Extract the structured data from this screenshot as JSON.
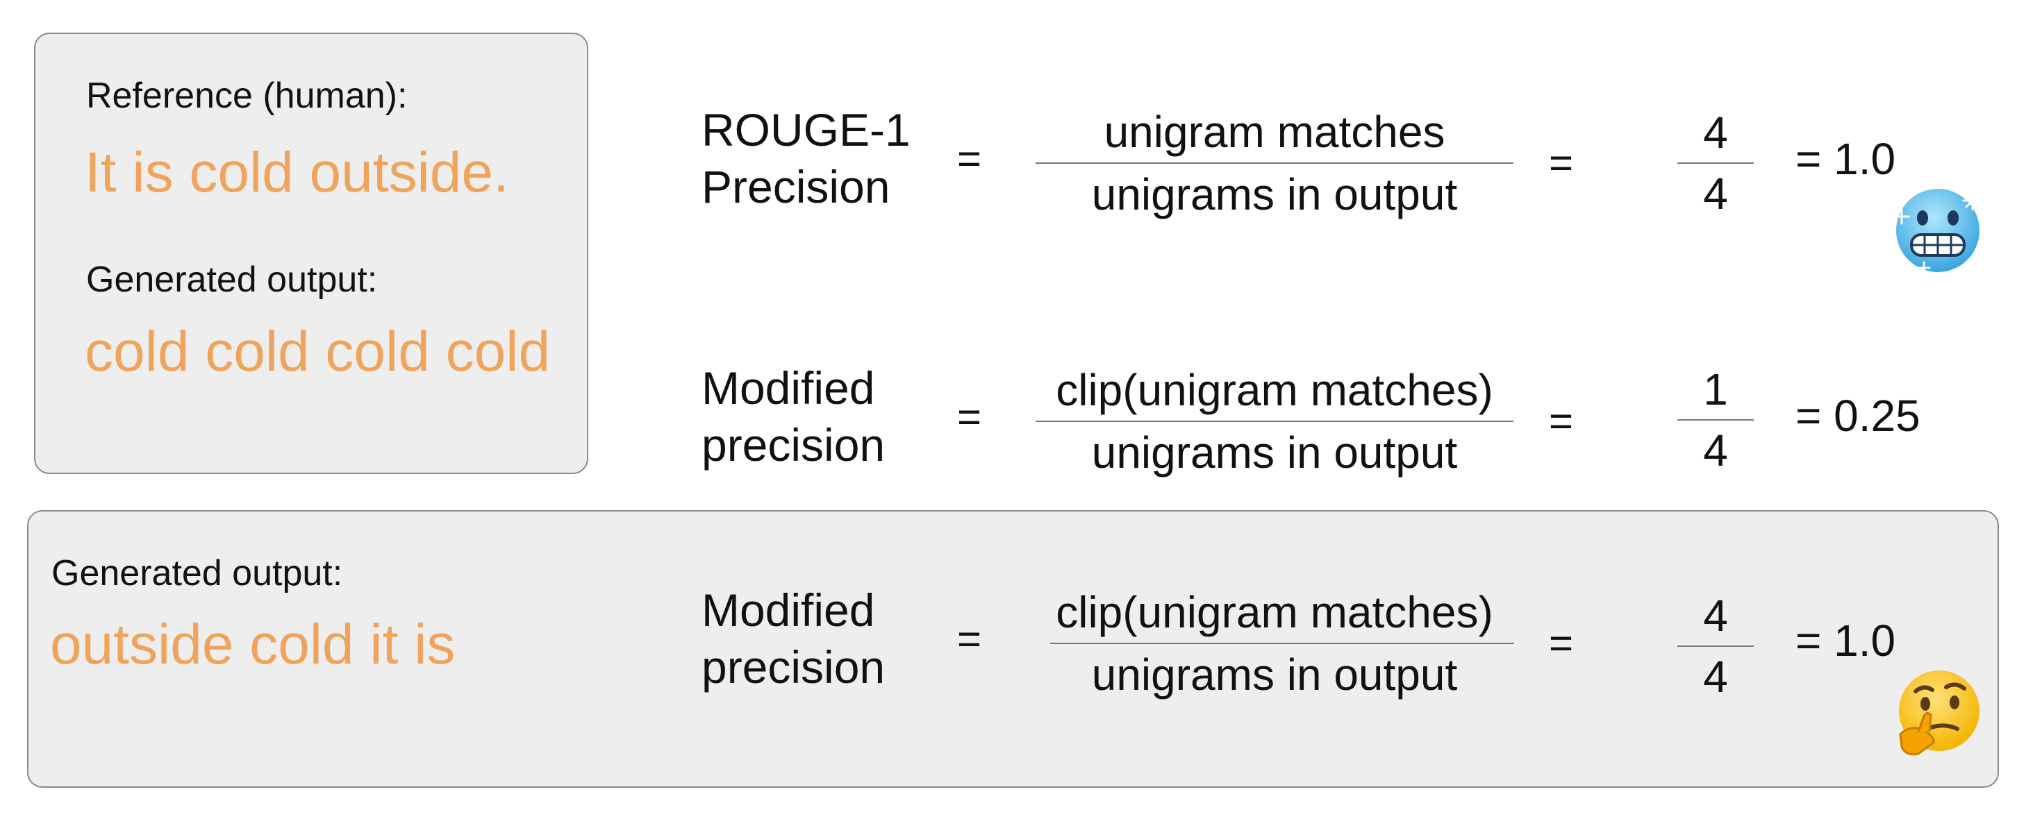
{
  "example1": {
    "reference_label": "Reference (human):",
    "reference_text": "It is cold outside.",
    "generated_label": "Generated output:",
    "generated_text": "cold cold cold cold"
  },
  "example2": {
    "generated_label": "Generated output:",
    "generated_text": "outside cold it is"
  },
  "equations": [
    {
      "name_line1": "ROUGE-1",
      "name_line2": "Precision",
      "equals": "=",
      "numerator": "unigram matches",
      "denominator": "unigrams in output",
      "equals2": "=",
      "value_numerator": "4",
      "value_denominator": "4",
      "result": "= 1.0",
      "emoji": "cold-face"
    },
    {
      "name_line1": "Modified",
      "name_line2": "precision",
      "equals": "=",
      "numerator": "clip(unigram matches)",
      "denominator": "unigrams in output",
      "equals2": "=",
      "value_numerator": "1",
      "value_denominator": "4",
      "result": "= 0.25"
    },
    {
      "name_line1": "Modified",
      "name_line2": "precision",
      "equals": "=",
      "numerator": "clip(unigram matches)",
      "denominator": "unigrams in output",
      "equals2": "=",
      "value_numerator": "4",
      "value_denominator": "4",
      "result": "= 1.0",
      "emoji": "thinking-face"
    }
  ],
  "colors": {
    "highlight": "#f0a35a",
    "panel_bg": "#eeeeee",
    "panel_border": "#8a8a8a"
  }
}
